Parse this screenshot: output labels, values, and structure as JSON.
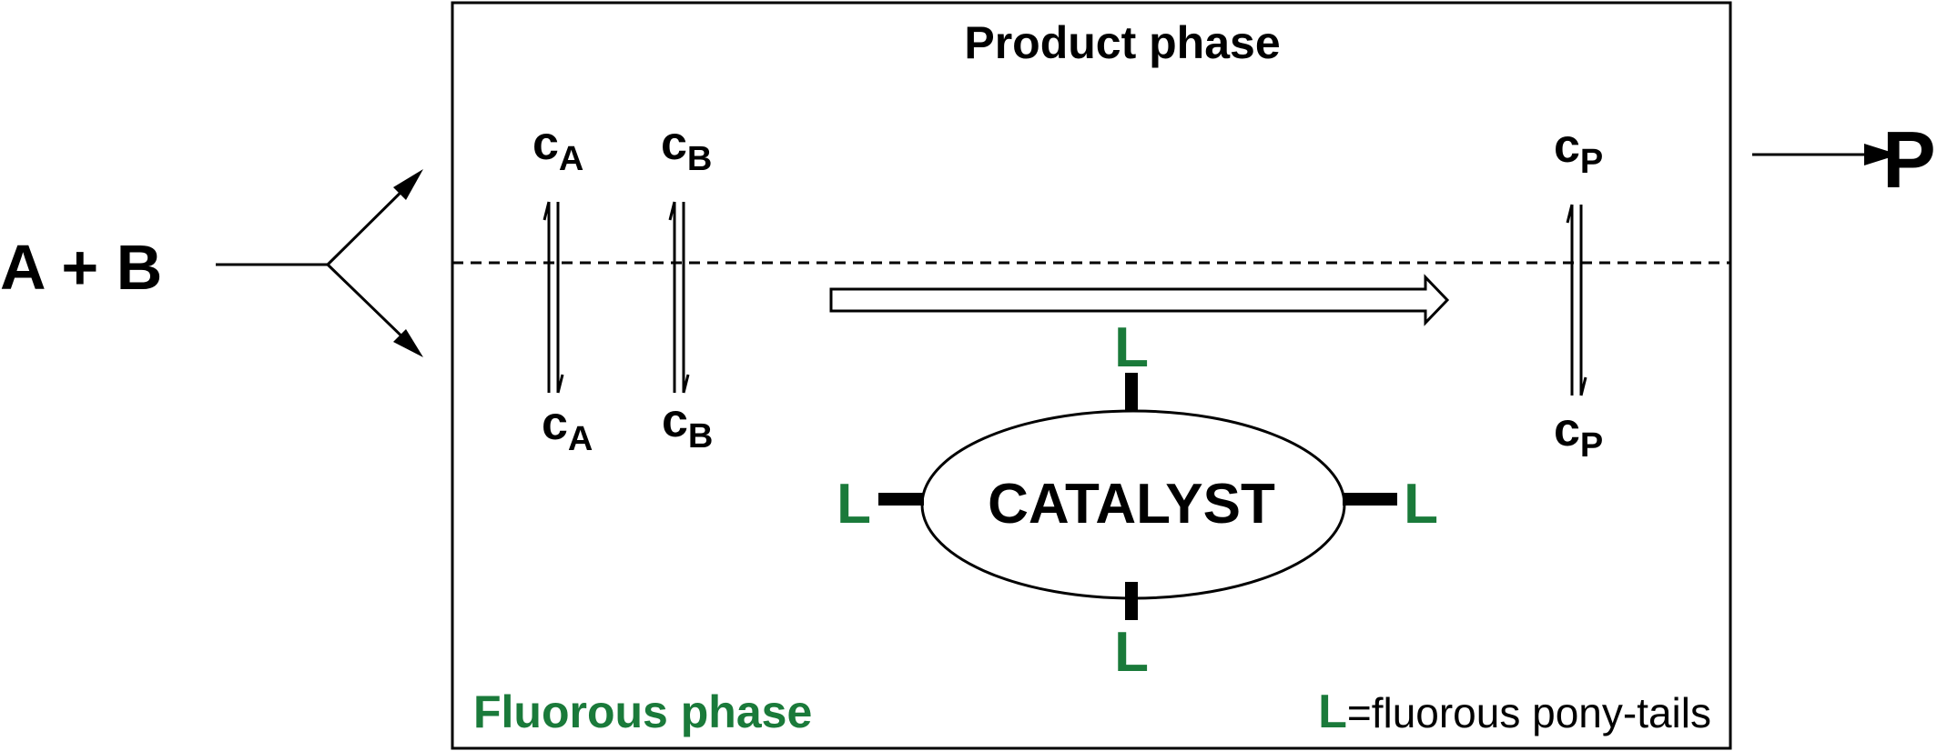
{
  "colors": {
    "ink": "#000000",
    "green": "#1a7a3a",
    "background": "#ffffff"
  },
  "reactants_label": "A + B",
  "product_label": "P",
  "box": {
    "top_title": "Product phase",
    "bottom_left_label": "Fluorous phase",
    "legend": {
      "symbol": "L",
      "text": "=fluorous pony-tails"
    }
  },
  "species": {
    "A": {
      "base": "c",
      "sub": "A"
    },
    "B": {
      "base": "c",
      "sub": "B"
    },
    "P": {
      "base": "c",
      "sub": "P"
    }
  },
  "catalyst": {
    "label": "CATALYST",
    "ligand": "L"
  }
}
